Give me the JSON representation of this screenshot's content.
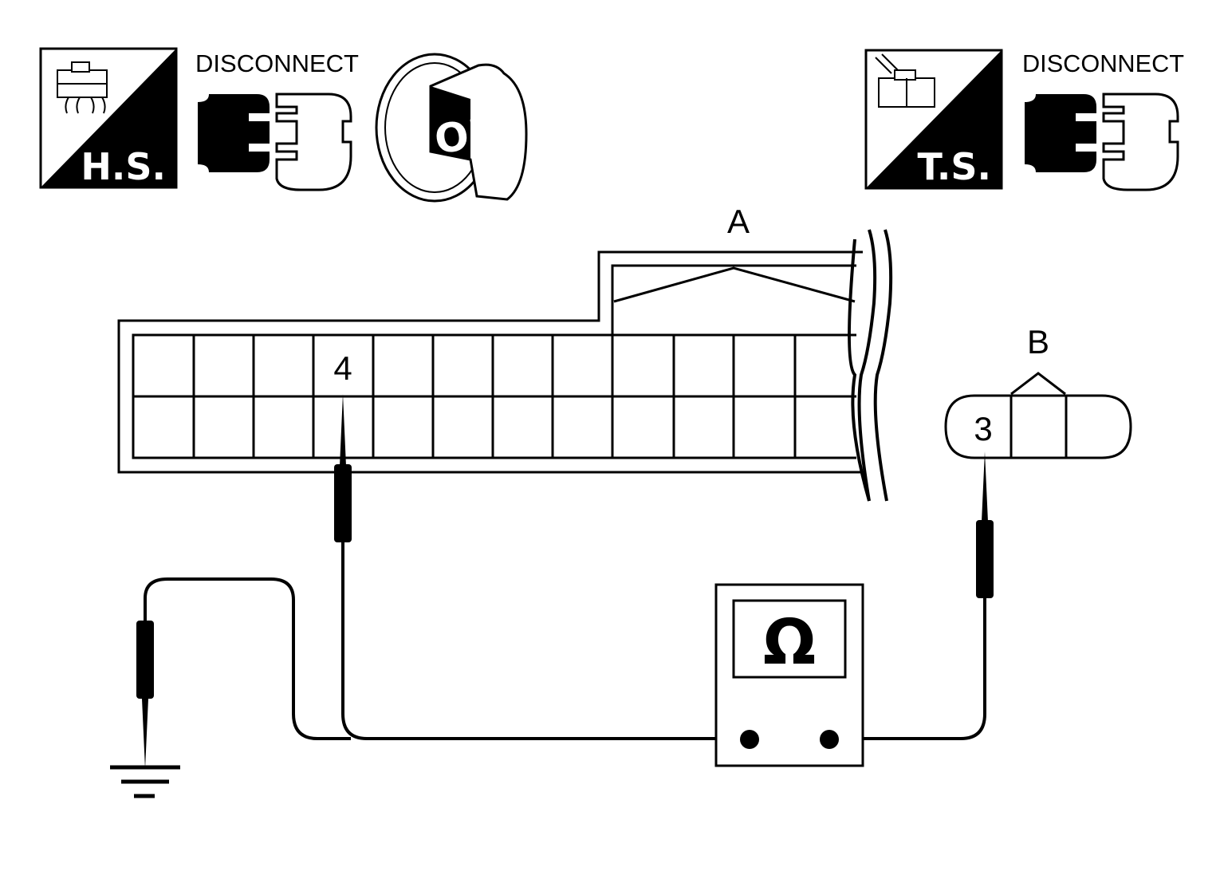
{
  "icons": {
    "harness_side": {
      "label": "H.S.",
      "icon": "harness-side-icon"
    },
    "terminal_side": {
      "label": "T.S.",
      "icon": "terminal-side-icon"
    },
    "disconnect_left": {
      "label": "DISCONNECT",
      "icon": "disconnect-connector-icon"
    },
    "disconnect_right": {
      "label": "DISCONNECT",
      "icon": "disconnect-connector-icon"
    },
    "ignition": {
      "label": "OFF",
      "icon": "ignition-key-off-icon"
    }
  },
  "connector_a": {
    "label": "A",
    "pin": "4"
  },
  "connector_b": {
    "label": "B",
    "pin": "3"
  },
  "meter": {
    "symbol": "Ω",
    "icon": "ohmmeter-icon"
  },
  "ground": {
    "icon": "ground-icon"
  },
  "colors": {
    "ink": "#000000",
    "paper": "#ffffff"
  }
}
